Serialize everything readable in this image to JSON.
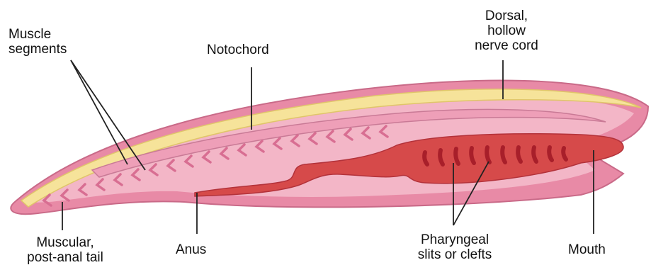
{
  "labels": {
    "muscle_segments": "Muscle\nsegments",
    "notochord": "Notochord",
    "dorsal_nerve_cord": "Dorsal,\nhollow\nnerve cord",
    "muscular_tail": "Muscular,\npost-anal tail",
    "anus": "Anus",
    "pharyngeal_slits": "Pharyngeal\nslits or clefts",
    "mouth": "Mouth"
  },
  "colors": {
    "body_outer": "#e88aa6",
    "body_inner": "#f3b6c7",
    "nerve_cord": "#f6e39a",
    "notochord_band": "#ee9fb8",
    "gut": "#d64a4a",
    "pharynx_slits": "#a81f2a",
    "segments": "#d86e92",
    "leader_lines": "#222222"
  }
}
